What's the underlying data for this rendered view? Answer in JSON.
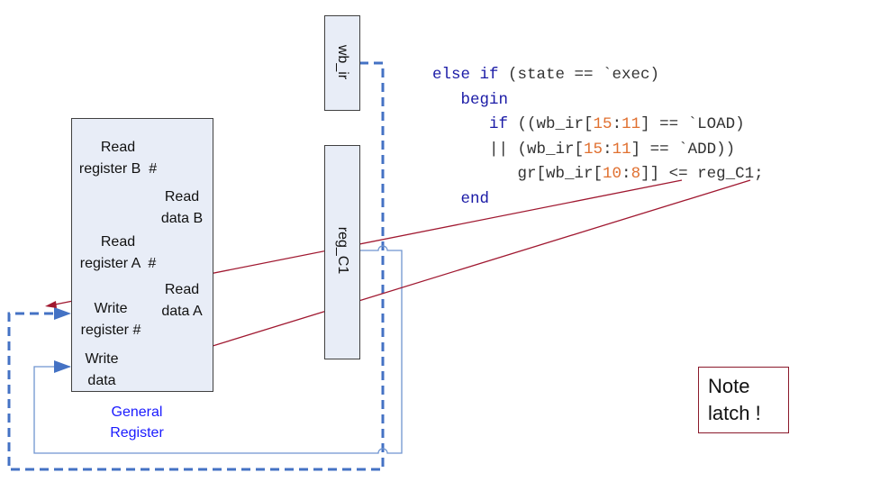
{
  "general_register": {
    "title_line1": "General",
    "title_line2": "Register",
    "ports": {
      "read_register_b": [
        "Read",
        "register B  #"
      ],
      "read_data_b": [
        "Read",
        "data B"
      ],
      "read_register_a": [
        "Read",
        "register A  #"
      ],
      "read_data_a": [
        "Read",
        "data A"
      ],
      "write_register": [
        "Write",
        "register #"
      ],
      "write_data": [
        "Write",
        "data"
      ]
    }
  },
  "wb_ir": {
    "label": "wb_ir"
  },
  "reg_c1": {
    "label": "reg_C1"
  },
  "code": {
    "lines": [
      {
        "indent": "",
        "parts": [
          {
            "t": "else if",
            "c": "kw"
          },
          {
            "t": " (state == `exec)",
            "c": ""
          }
        ]
      },
      {
        "indent": "   ",
        "parts": [
          {
            "t": "begin",
            "c": "kw"
          }
        ]
      },
      {
        "indent": "      ",
        "parts": [
          {
            "t": "if",
            "c": "kw"
          },
          {
            "t": " ((wb_ir[",
            "c": ""
          },
          {
            "t": "15",
            "c": "num"
          },
          {
            "t": ":",
            "c": ""
          },
          {
            "t": "11",
            "c": "num"
          },
          {
            "t": "] == `LOAD)",
            "c": ""
          }
        ]
      },
      {
        "indent": "      ",
        "parts": [
          {
            "t": "|| (wb_ir[",
            "c": ""
          },
          {
            "t": "15",
            "c": "num"
          },
          {
            "t": ":",
            "c": ""
          },
          {
            "t": "11",
            "c": "num"
          },
          {
            "t": "] == `ADD))",
            "c": ""
          }
        ]
      },
      {
        "indent": "         ",
        "parts": [
          {
            "t": "gr[wb_ir[",
            "c": ""
          },
          {
            "t": "10",
            "c": "num"
          },
          {
            "t": ":",
            "c": ""
          },
          {
            "t": "8",
            "c": "num"
          },
          {
            "t": "]] <= reg_C1;",
            "c": ""
          }
        ]
      },
      {
        "indent": "   ",
        "parts": [
          {
            "t": "end",
            "c": "kw"
          }
        ]
      }
    ]
  },
  "note": {
    "line1": "Note",
    "line2": "latch !"
  },
  "colors": {
    "box_fill": "#e8edf7",
    "dashed_wire": "#4472c4",
    "thin_wire": "#6f94d0",
    "red_arrow": "#a01830",
    "keyword": "#1a1aa6",
    "number": "#e07030",
    "caption": "#1a1aff"
  }
}
